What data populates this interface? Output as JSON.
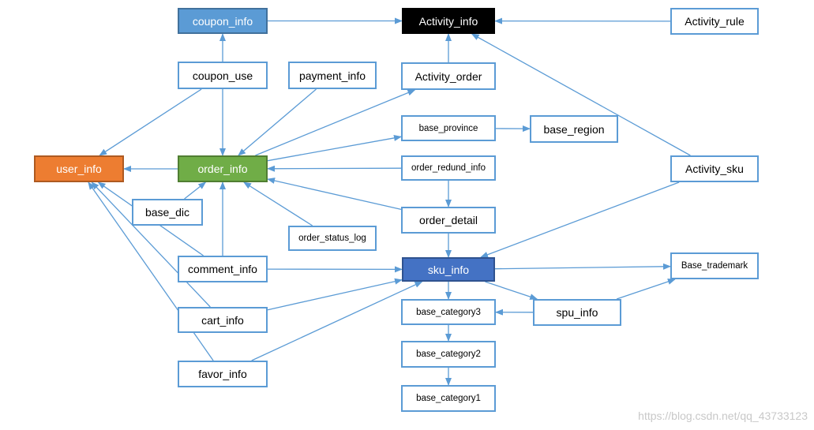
{
  "colors": {
    "edge": "#5b9bd5",
    "default_fill": "#ffffff",
    "coupon_info": "#5b9bd5",
    "activity_info": "#000000",
    "user_info": "#ed7d31",
    "order_info": "#70ad47",
    "sku_info": "#4472c4"
  },
  "nodes": {
    "coupon_info": "coupon_info",
    "activity_info": "Activity_info",
    "activity_rule": "Activity_rule",
    "coupon_use": "coupon_use",
    "payment_info": "payment_info",
    "activity_order": "Activity_order",
    "base_province": "base_province",
    "base_region": "base_region",
    "user_info": "user_info",
    "order_info": "order_info",
    "order_redund_info": "order_redund_info",
    "activity_sku": "Activity_sku",
    "base_dic": "base_dic",
    "order_detail": "order_detail",
    "order_status_log": "order_status_log",
    "comment_info": "comment_info",
    "sku_info": "sku_info",
    "base_trademark": "Base_trademark",
    "cart_info": "cart_info",
    "base_category3": "base_category3",
    "spu_info": "spu_info",
    "base_category2": "base_category2",
    "favor_info": "favor_info",
    "base_category1": "base_category1"
  },
  "edges": [
    [
      "coupon_info",
      "activity_info"
    ],
    [
      "activity_rule",
      "activity_info"
    ],
    [
      "coupon_use",
      "coupon_info"
    ],
    [
      "coupon_use",
      "user_info"
    ],
    [
      "coupon_use",
      "order_info"
    ],
    [
      "payment_info",
      "order_info"
    ],
    [
      "activity_order",
      "activity_info"
    ],
    [
      "order_info",
      "activity_order"
    ],
    [
      "order_info",
      "base_province"
    ],
    [
      "base_province",
      "base_region"
    ],
    [
      "order_info",
      "user_info"
    ],
    [
      "order_redund_info",
      "order_info"
    ],
    [
      "order_redund_info",
      "order_detail"
    ],
    [
      "activity_sku",
      "activity_info"
    ],
    [
      "activity_sku",
      "sku_info"
    ],
    [
      "base_dic",
      "order_info"
    ],
    [
      "order_detail",
      "order_info"
    ],
    [
      "order_status_log",
      "order_info"
    ],
    [
      "order_detail",
      "sku_info"
    ],
    [
      "comment_info",
      "order_info"
    ],
    [
      "comment_info",
      "user_info"
    ],
    [
      "comment_info",
      "sku_info"
    ],
    [
      "cart_info",
      "user_info"
    ],
    [
      "cart_info",
      "sku_info"
    ],
    [
      "favor_info",
      "user_info"
    ],
    [
      "favor_info",
      "sku_info"
    ],
    [
      "sku_info",
      "base_trademark"
    ],
    [
      "sku_info",
      "base_category3"
    ],
    [
      "sku_info",
      "spu_info"
    ],
    [
      "spu_info",
      "base_category3"
    ],
    [
      "spu_info",
      "base_trademark"
    ],
    [
      "base_category3",
      "base_category2"
    ],
    [
      "base_category2",
      "base_category1"
    ]
  ],
  "watermark": "https://blog.csdn.net/qq_43733123"
}
